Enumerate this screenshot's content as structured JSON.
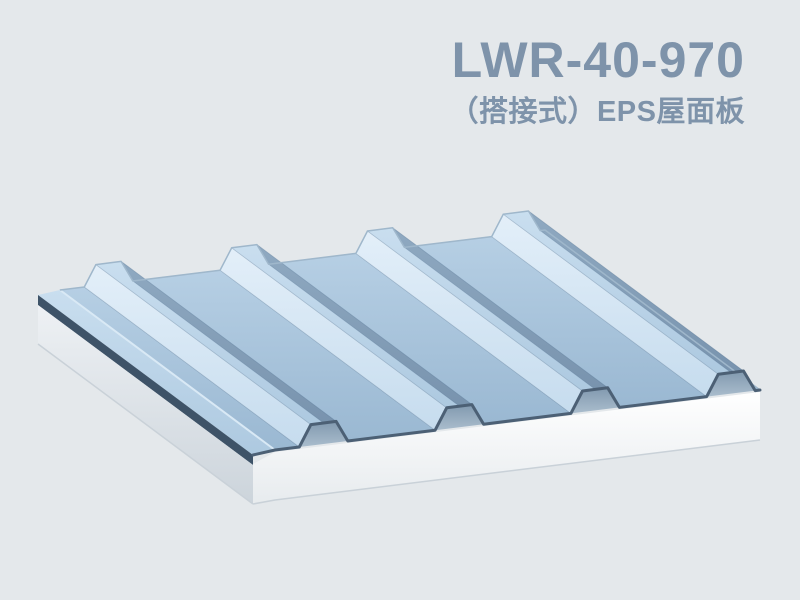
{
  "page": {
    "background_color": "#e4e8eb"
  },
  "header": {
    "title": "LWR-40-970",
    "subtitle": "（搭接式）EPS屋面板",
    "text_color": "#7e93aa"
  },
  "illustration": {
    "subject": "eps-roof-sandwich-panel-3d-render",
    "ribs_visible": 4,
    "colors": {
      "panel_top_pan": "#9ab8d2",
      "rib_highlight": "#d9e9f5",
      "rib_crest": "#bcd6e9",
      "rib_shadow": "#8aa6bf",
      "metal_edge_dark": "#3e5368",
      "profile_line": "#4c6075",
      "foam_core": "#ffffff"
    }
  }
}
